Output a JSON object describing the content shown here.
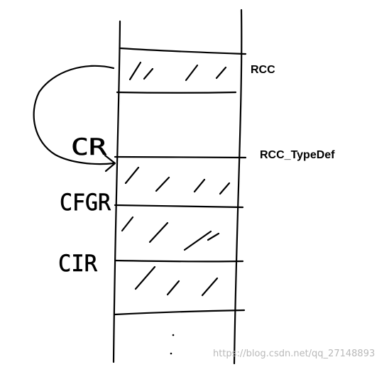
{
  "labels": {
    "rcc": "RCC",
    "rcc_typedef": "RCC_TypeDef",
    "cr": "CR",
    "cfgr": "CFGR",
    "cir": "CIR"
  },
  "watermark": "https://blog.csdn.net/qq_27148893",
  "colors": {
    "ink": "#000000",
    "watermark": "#b9b9b9"
  }
}
